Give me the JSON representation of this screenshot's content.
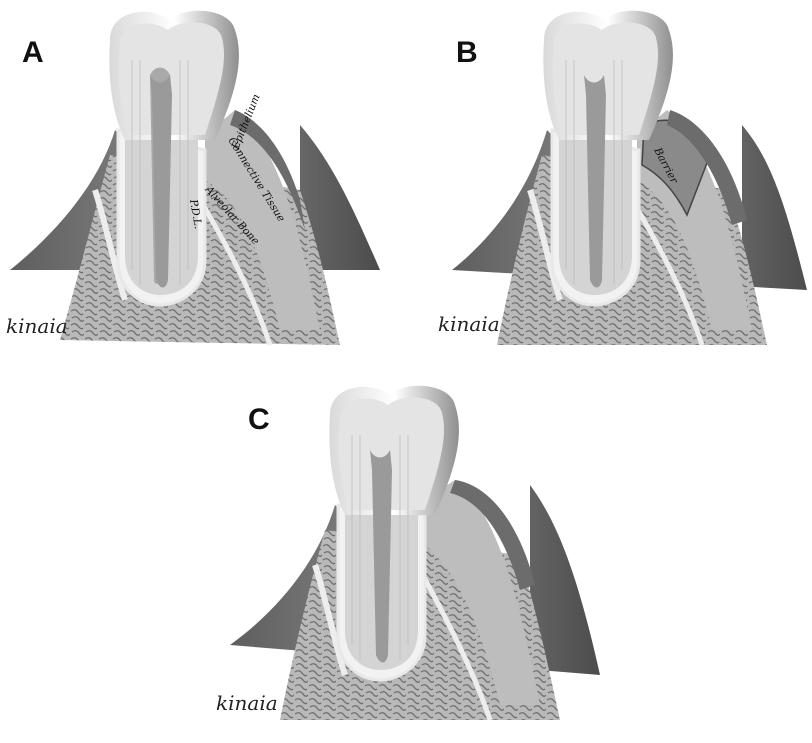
{
  "panels": [
    {
      "letter": "A",
      "signature": "kinaia",
      "barrier": false,
      "labels": {
        "epithelium": "Epithelium",
        "connective": "Connective Tissue",
        "pdl": "P.D.L.",
        "bone": "Alveolar Bone"
      }
    },
    {
      "letter": "B",
      "signature": "kinaia",
      "barrier": true,
      "barrier_label": "Barrier"
    },
    {
      "letter": "C",
      "signature": "kinaia",
      "barrier": false
    }
  ]
}
